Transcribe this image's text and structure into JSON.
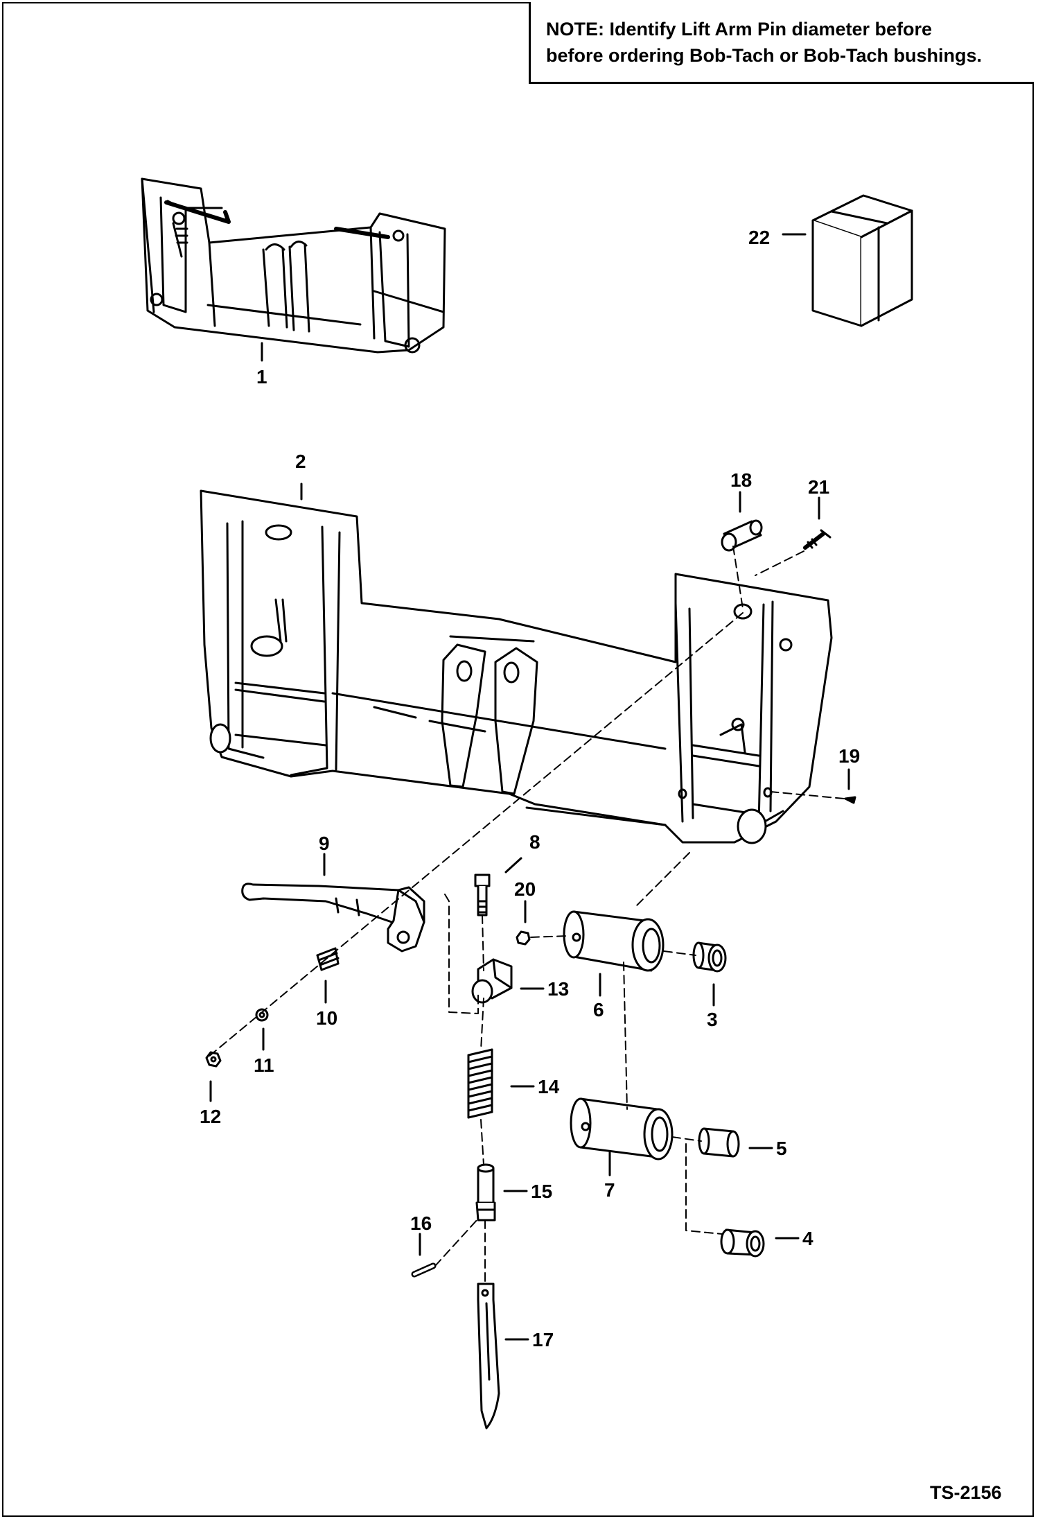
{
  "note": {
    "line1": "NOTE: Identify Lift Arm Pin diameter before",
    "line2": "before ordering Bob-Tach or Bob-Tach bushings."
  },
  "drawing_number": "TS-2156",
  "callouts": [
    "1",
    "2",
    "3",
    "4",
    "5",
    "6",
    "7",
    "8",
    "9",
    "10",
    "11",
    "12",
    "13",
    "14",
    "15",
    "16",
    "17",
    "18",
    "19",
    "20",
    "21",
    "22"
  ],
  "colors": {
    "ink": "#000000",
    "paper": "#ffffff"
  }
}
